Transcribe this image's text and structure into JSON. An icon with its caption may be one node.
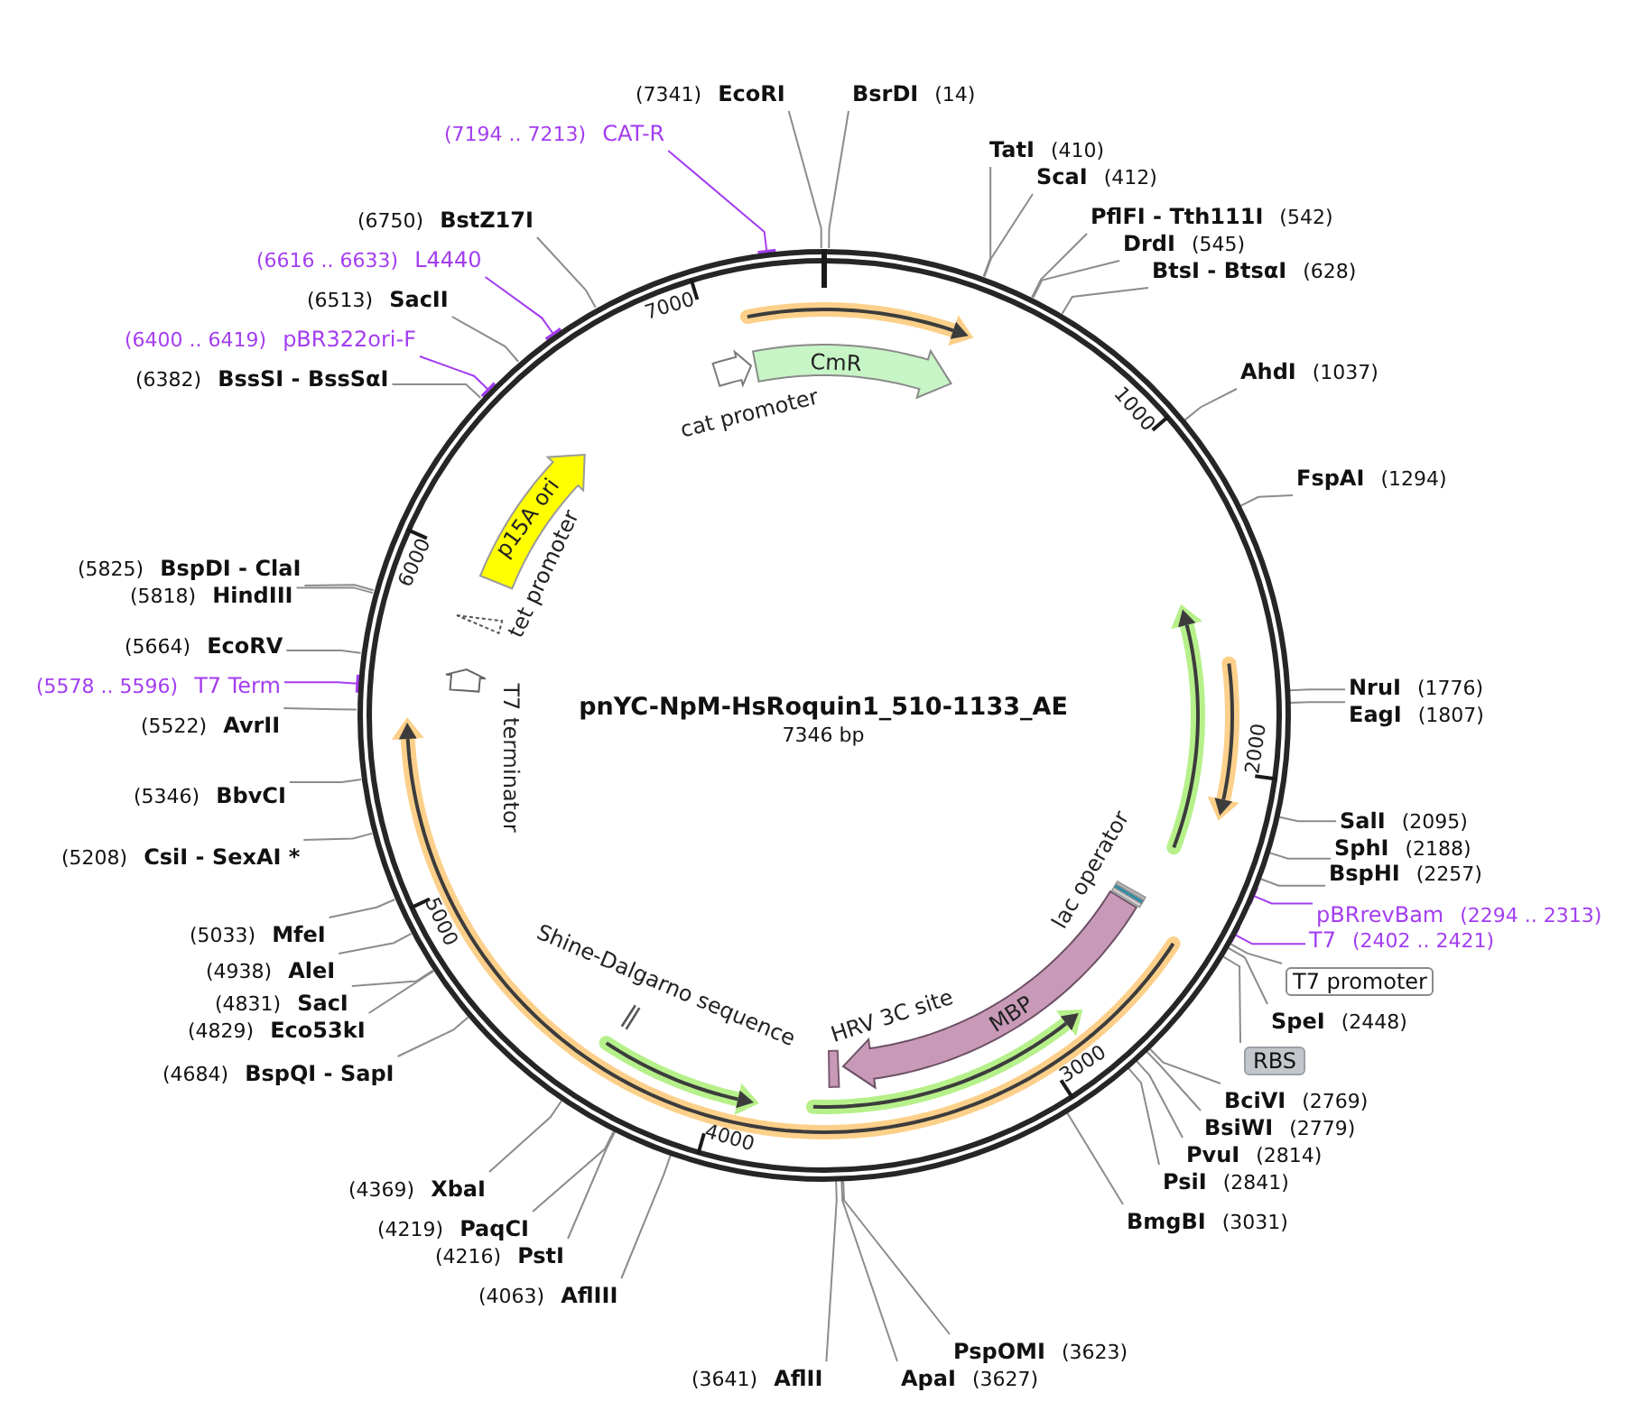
{
  "diagram": {
    "nodes": [
      {
        "text": [
          "pnYC-NpM-HsRoquin1_510-1133_AE",
          "7346 bp"
        ]
      },
      {
        "text": [
          "CmR"
        ],
        "in": 0
      },
      {
        "text": [
          "cat promoter"
        ],
        "in": 0
      },
      {
        "text": [
          "p15A ori"
        ],
        "in": 0
      },
      {
        "text": [
          "tet promoter"
        ],
        "in": 0
      },
      {
        "text": [
          "T7 terminator"
        ],
        "in": 0
      },
      {
        "text": [
          "Shine-Dalgarno sequence"
        ],
        "in": 0
      },
      {
        "text": [
          "HRV 3C site"
        ],
        "in": 0
      },
      {
        "text": [
          "MBP"
        ],
        "in": 0
      },
      {
        "text": [
          "lac operator"
        ],
        "in": 0
      },
      {
        "text": [
          "BsrDI",
          "(14)"
        ]
      },
      {
        "text": [
          "TatI",
          "(410)"
        ]
      },
      {
        "text": [
          "ScaI",
          "(412)"
        ]
      },
      {
        "text": [
          "PflFI - Tth111I",
          "(542)"
        ]
      },
      {
        "text": [
          "DrdI",
          "(545)"
        ]
      },
      {
        "text": [
          "BtsI - BtsαI",
          "(628)"
        ]
      },
      {
        "text": [
          "AhdI",
          "(1037)"
        ]
      },
      {
        "text": [
          "FspAI",
          "(1294)"
        ]
      },
      {
        "text": [
          "NruI",
          "(1776)"
        ]
      },
      {
        "text": [
          "EagI",
          "(1807)"
        ]
      },
      {
        "text": [
          "SalI",
          "(2095)"
        ]
      },
      {
        "text": [
          "SphI",
          "(2188)"
        ]
      },
      {
        "text": [
          "BspHI",
          "(2257)"
        ]
      },
      {
        "text": [
          "pBRrevBam",
          "(2294 .. 2313)"
        ]
      },
      {
        "text": [
          "T7",
          "(2402 .. 2421)"
        ]
      },
      {
        "text": [
          "T7 promoter"
        ]
      },
      {
        "text": [
          "SpeI",
          "(2448)"
        ]
      },
      {
        "text": [
          "RBS"
        ]
      },
      {
        "text": [
          "BciVI",
          "(2769)"
        ]
      },
      {
        "text": [
          "BsiWI",
          "(2779)"
        ]
      },
      {
        "text": [
          "PvuI",
          "(2814)"
        ]
      },
      {
        "text": [
          "PsiI",
          "(2841)"
        ]
      },
      {
        "text": [
          "BmgBI",
          "(3031)"
        ]
      },
      {
        "text": [
          "PspOMI",
          "(3623)"
        ]
      },
      {
        "text": [
          "ApaI",
          "(3627)"
        ]
      },
      {
        "text": [
          "(3641)",
          "AflII"
        ]
      },
      {
        "text": [
          "(4063)",
          "AflIII"
        ]
      },
      {
        "text": [
          "(4216)",
          "PstI"
        ]
      },
      {
        "text": [
          "(4219)",
          "PaqCI"
        ]
      },
      {
        "text": [
          "(4369)",
          "XbaI"
        ]
      },
      {
        "text": [
          "(4684)",
          "BspQI - SapI"
        ]
      },
      {
        "text": [
          "(4829)",
          "Eco53kI"
        ]
      },
      {
        "text": [
          "(4831)",
          "SacI"
        ]
      },
      {
        "text": [
          "(4938)",
          "AleI"
        ]
      },
      {
        "text": [
          "(5033)",
          "MfeI"
        ]
      },
      {
        "text": [
          "(5208)",
          "CsiI - SexAI *"
        ]
      },
      {
        "text": [
          "(5346)",
          "BbvCI"
        ]
      },
      {
        "text": [
          "(5522)",
          "AvrII"
        ]
      },
      {
        "text": [
          "(5578 .. 5596)",
          "T7 Term"
        ]
      },
      {
        "text": [
          "(5664)",
          "EcoRV"
        ]
      },
      {
        "text": [
          "(5818)",
          "HindIII"
        ]
      },
      {
        "text": [
          "(5825)",
          "BspDI - ClaI"
        ]
      },
      {
        "text": [
          "(6382)",
          "BssSI - BssSαI"
        ]
      },
      {
        "text": [
          "(6400 .. 6419)",
          "pBR322ori-F"
        ]
      },
      {
        "text": [
          "(6513)",
          "SacII"
        ]
      },
      {
        "text": [
          "(6616 .. 6633)",
          "L4440"
        ]
      },
      {
        "text": [
          "(6750)",
          "BstZ17I"
        ]
      },
      {
        "text": [
          "(7194 .. 7213)",
          "CAT-R"
        ]
      },
      {
        "text": [
          "(7341)",
          "EcoRI"
        ]
      }
    ],
    "edges": [
      {
        "from": 10,
        "to": 0,
        "arrow": "none"
      },
      {
        "from": 11,
        "to": 0,
        "arrow": "none"
      },
      {
        "from": 12,
        "to": 0,
        "arrow": "none"
      },
      {
        "from": 13,
        "to": 0,
        "arrow": "none"
      },
      {
        "from": 14,
        "to": 0,
        "arrow": "none"
      },
      {
        "from": 15,
        "to": 0,
        "arrow": "none"
      },
      {
        "from": 16,
        "to": 0,
        "arrow": "none"
      },
      {
        "from": 17,
        "to": 0,
        "arrow": "none"
      },
      {
        "from": 18,
        "to": 0,
        "arrow": "none"
      },
      {
        "from": 19,
        "to": 0,
        "arrow": "none"
      },
      {
        "from": 20,
        "to": 0,
        "arrow": "none"
      },
      {
        "from": 21,
        "to": 0,
        "arrow": "none"
      },
      {
        "from": 22,
        "to": 0,
        "arrow": "none"
      },
      {
        "from": 23,
        "to": 0,
        "arrow": "other",
        "color": "#a33df0"
      },
      {
        "from": 24,
        "to": 0,
        "arrow": "other",
        "color": "#a33df0"
      },
      {
        "from": 25,
        "to": 0,
        "arrow": "none"
      },
      {
        "from": 26,
        "to": 0,
        "arrow": "none"
      },
      {
        "from": 27,
        "to": 0,
        "arrow": "none"
      },
      {
        "from": 28,
        "to": 0,
        "arrow": "none"
      },
      {
        "from": 29,
        "to": 0,
        "arrow": "none"
      },
      {
        "from": 30,
        "to": 0,
        "arrow": "none"
      },
      {
        "from": 31,
        "to": 0,
        "arrow": "none"
      },
      {
        "from": 32,
        "to": 0,
        "arrow": "none"
      },
      {
        "from": 33,
        "to": 0,
        "arrow": "none"
      },
      {
        "from": 34,
        "to": 0,
        "arrow": "none"
      },
      {
        "from": 35,
        "to": 0,
        "arrow": "none"
      },
      {
        "from": 36,
        "to": 0,
        "arrow": "none"
      },
      {
        "from": 37,
        "to": 0,
        "arrow": "none"
      },
      {
        "from": 38,
        "to": 0,
        "arrow": "none"
      },
      {
        "from": 39,
        "to": 0,
        "arrow": "none"
      },
      {
        "from": 40,
        "to": 0,
        "arrow": "none"
      },
      {
        "from": 41,
        "to": 0,
        "arrow": "none"
      },
      {
        "from": 42,
        "to": 0,
        "arrow": "none"
      },
      {
        "from": 43,
        "to": 0,
        "arrow": "none"
      },
      {
        "from": 44,
        "to": 0,
        "arrow": "none"
      },
      {
        "from": 45,
        "to": 0,
        "arrow": "none"
      },
      {
        "from": 46,
        "to": 0,
        "arrow": "none"
      },
      {
        "from": 47,
        "to": 0,
        "arrow": "none"
      },
      {
        "from": 48,
        "to": 0,
        "arrow": "other",
        "color": "#a33df0"
      },
      {
        "from": 49,
        "to": 0,
        "arrow": "none"
      },
      {
        "from": 50,
        "to": 0,
        "arrow": "none"
      },
      {
        "from": 51,
        "to": 0,
        "arrow": "none"
      },
      {
        "from": 52,
        "to": 0,
        "arrow": "none"
      },
      {
        "from": 53,
        "to": 0,
        "arrow": "other",
        "color": "#a33df0"
      },
      {
        "from": 54,
        "to": 0,
        "arrow": "none"
      },
      {
        "from": 55,
        "to": 0,
        "arrow": "other",
        "color": "#a33df0"
      },
      {
        "from": 56,
        "to": 0,
        "arrow": "none"
      },
      {
        "from": 57,
        "to": 0,
        "arrow": "other",
        "color": "#a33df0"
      },
      {
        "from": 58,
        "to": 0,
        "arrow": "none"
      }
    ],
    "labels": [
      "1000",
      "2000",
      "3000",
      "4000",
      "5000",
      "6000",
      "7000"
    ]
  }
}
